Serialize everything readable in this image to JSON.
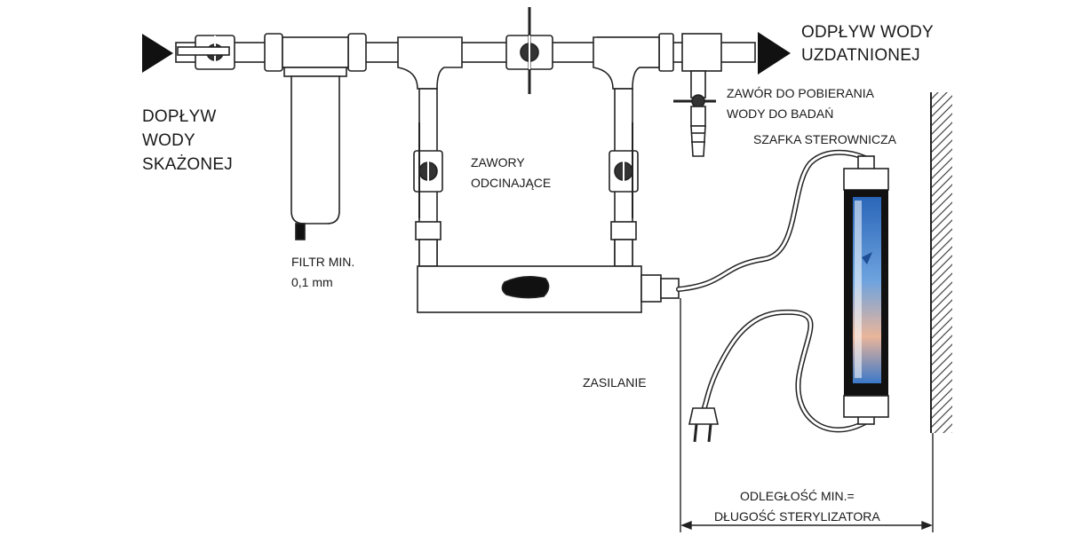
{
  "labels": {
    "inlet": [
      "DOPŁYW",
      "WODY",
      "SKAŻONEJ"
    ],
    "outlet": [
      "ODPŁYW WODY",
      "UZDATNIONEJ"
    ],
    "sampling_valve": [
      "ZAWÓR DO POBIERANIA",
      "WODY DO BADAŃ"
    ],
    "control_cabinet": "SZAFKA STEROWNICZA",
    "shutoff_valves": [
      "ZAWORY",
      "ODCINAJĄCE"
    ],
    "filter": [
      "FILTR MIN.",
      "0,1 mm"
    ],
    "power": "ZASILANIE",
    "distance": [
      "ODLEGŁOŚĆ MIN.=",
      "DŁUGOŚĆ STERYLIZATORA"
    ]
  }
}
